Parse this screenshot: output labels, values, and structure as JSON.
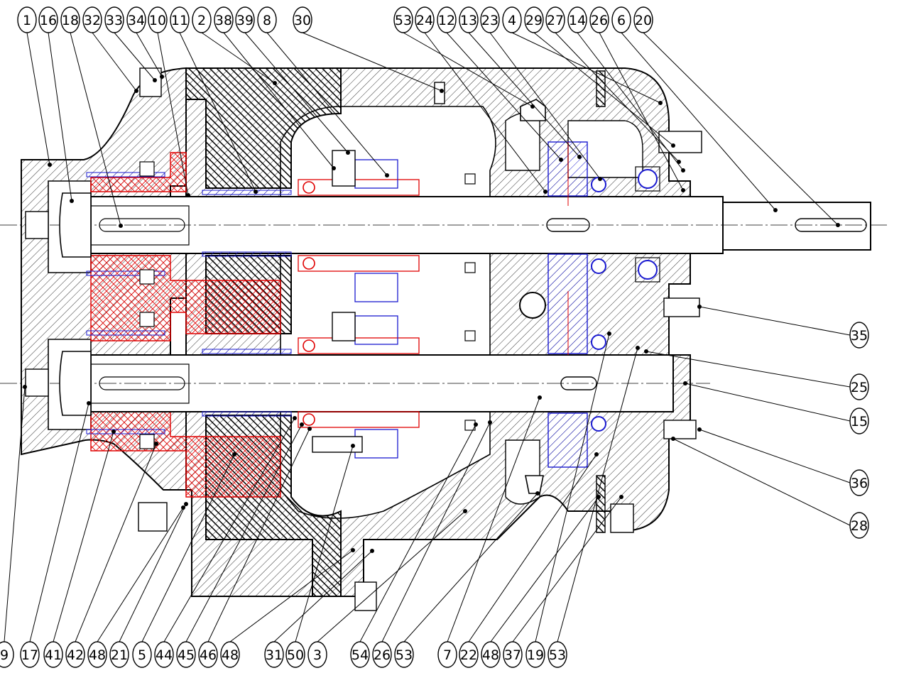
{
  "balloons_top": [
    "1",
    "16",
    "18",
    "32",
    "33",
    "34",
    "10",
    "11",
    "2",
    "38",
    "39",
    "8",
    "30",
    "53",
    "24",
    "12",
    "13",
    "23",
    "4",
    "29",
    "27",
    "14",
    "26",
    "6",
    "20"
  ],
  "balloons_right": [
    "35",
    "25",
    "15",
    "36",
    "28"
  ],
  "balloons_bottom": [
    "9",
    "17",
    "41",
    "42",
    "48",
    "21",
    "5",
    "44",
    "45",
    "46",
    "48",
    "31",
    "50",
    "3",
    "54",
    "26",
    "53",
    "7",
    "22",
    "48",
    "37",
    "19",
    "53"
  ],
  "colors": {
    "hatch_black": "#000000",
    "seal_red": "#e00000",
    "gear_blue": "#1a1ad0",
    "background": "#ffffff"
  }
}
